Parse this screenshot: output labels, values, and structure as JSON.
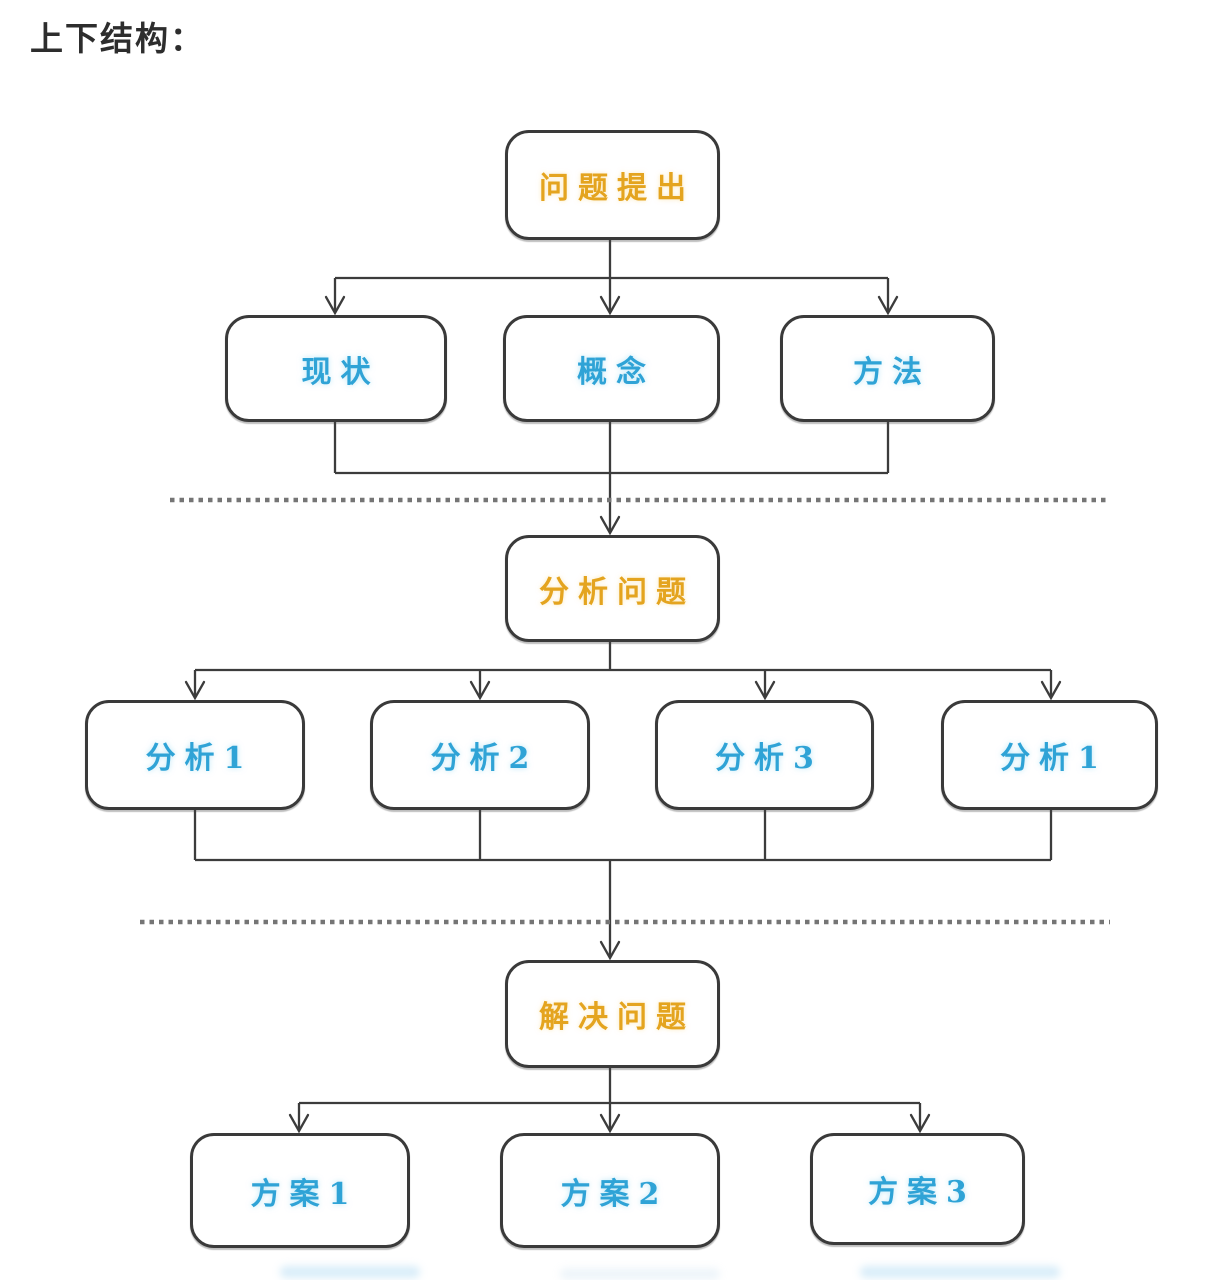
{
  "page": {
    "title": "上下结构："
  },
  "diagram": {
    "colors": {
      "root_label": "#E4A41F",
      "child_label": "#2FA3D6",
      "box_border": "#3A3A3A",
      "connector_line": "#3C3C3C",
      "divider_dash": "#757575",
      "background": "#FFFFFF"
    },
    "tiers": [
      {
        "root": "问题提出",
        "children": [
          "现状",
          "概念",
          "方法"
        ]
      },
      {
        "root": "分析问题",
        "children": [
          "分析1",
          "分析2",
          "分析3",
          "分析1"
        ]
      },
      {
        "root": "解决问题",
        "children": [
          "方案1",
          "方案2",
          "方案3"
        ]
      }
    ]
  }
}
